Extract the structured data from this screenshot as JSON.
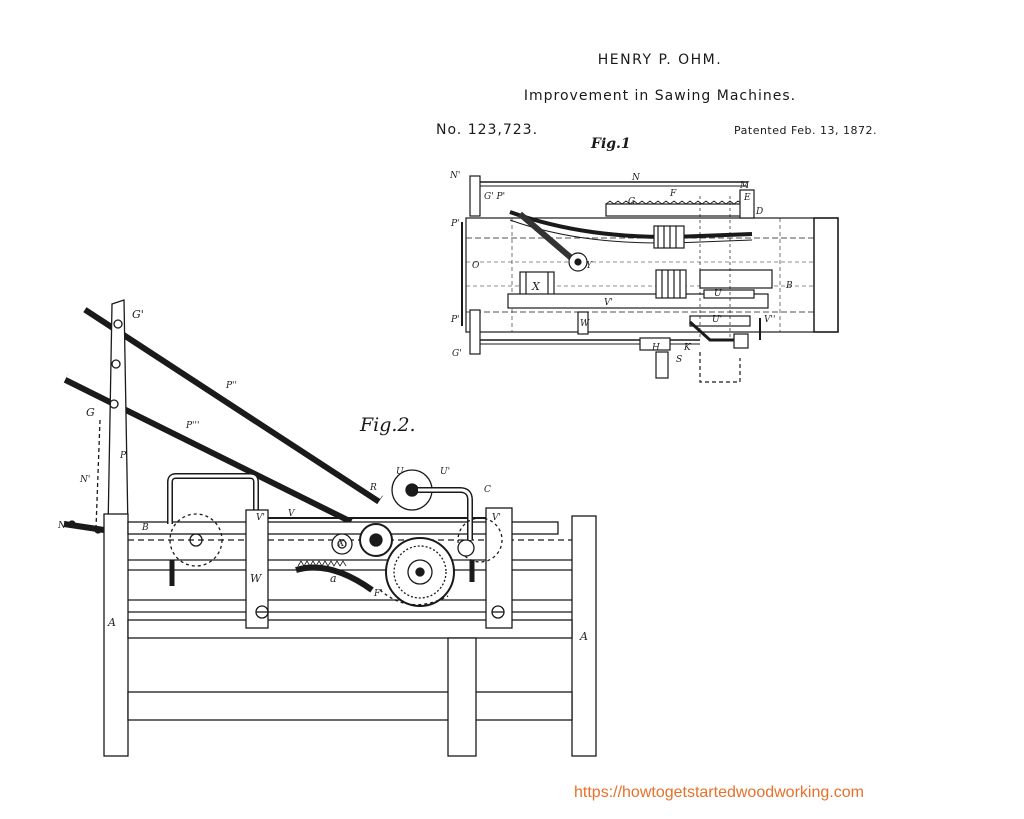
{
  "header": {
    "inventor": "HENRY P. OHM.",
    "title": "Improvement in Sawing Machines.",
    "patent_number": "No. 123,723.",
    "patent_date": "Patented Feb. 13, 1872."
  },
  "figures": {
    "fig1_label": "Fig.1",
    "fig2_label": "Fig.2."
  },
  "fig1_letters": {
    "n_prime": "N'",
    "n": "N",
    "g_p": "G' P'",
    "p_prime": "P'",
    "p_prime_lower": "P'",
    "g_prime": "G'",
    "o": "O",
    "y": "Y",
    "x": "X",
    "g": "G",
    "f": "F",
    "v_prime": "V'",
    "b": "B",
    "u": "U",
    "u_prime": "U'",
    "v_double": "V''",
    "d": "D",
    "m": "M",
    "e": "E",
    "s": "S",
    "w": "W",
    "k": "K",
    "h": "H"
  },
  "fig2_letters": {
    "g_prime": "G'",
    "p_double": "P''",
    "p_triple": "P'''",
    "g": "G",
    "p": "P",
    "n_prime": "N'",
    "n": "N",
    "b": "B",
    "v": "V",
    "v_prime": "V'",
    "v_prime2": "V'",
    "u": "U",
    "u_prime": "U'",
    "r": "R",
    "c": "C",
    "a": "a",
    "f_prime": "F'",
    "w": "W",
    "a_left": "A",
    "a_right": "A",
    "x": "X"
  },
  "footer": {
    "source_url": "https://howtogetstartedwoodworking.com"
  },
  "colors": {
    "ink": "#1a1a1a",
    "paper": "#ffffff",
    "url": "#e8702a"
  }
}
